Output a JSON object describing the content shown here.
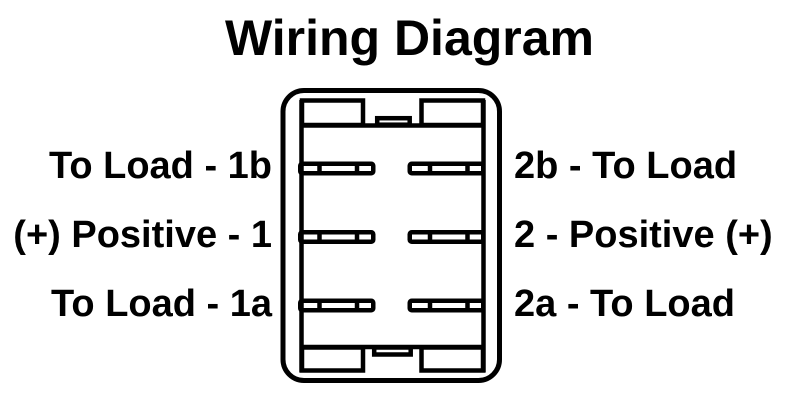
{
  "title": "Wiring Diagram",
  "colors": {
    "line": "#000000",
    "background": "#ffffff",
    "text": "#000000"
  },
  "switch": {
    "description": "rocker-switch-connector-rear-view",
    "terminal_rows": 3,
    "terminals_per_row": 2,
    "rows": [
      {
        "left_label": "To Load - 1b",
        "right_label": "2b - To Load",
        "left_terminal": "1b",
        "right_terminal": "2b"
      },
      {
        "left_label": "(+) Positive - 1",
        "right_label": "2 - Positive (+)",
        "left_terminal": "1",
        "right_terminal": "2"
      },
      {
        "left_label": "To Load - 1a",
        "right_label": "2a - To Load",
        "left_terminal": "1a",
        "right_terminal": "2a"
      }
    ]
  }
}
